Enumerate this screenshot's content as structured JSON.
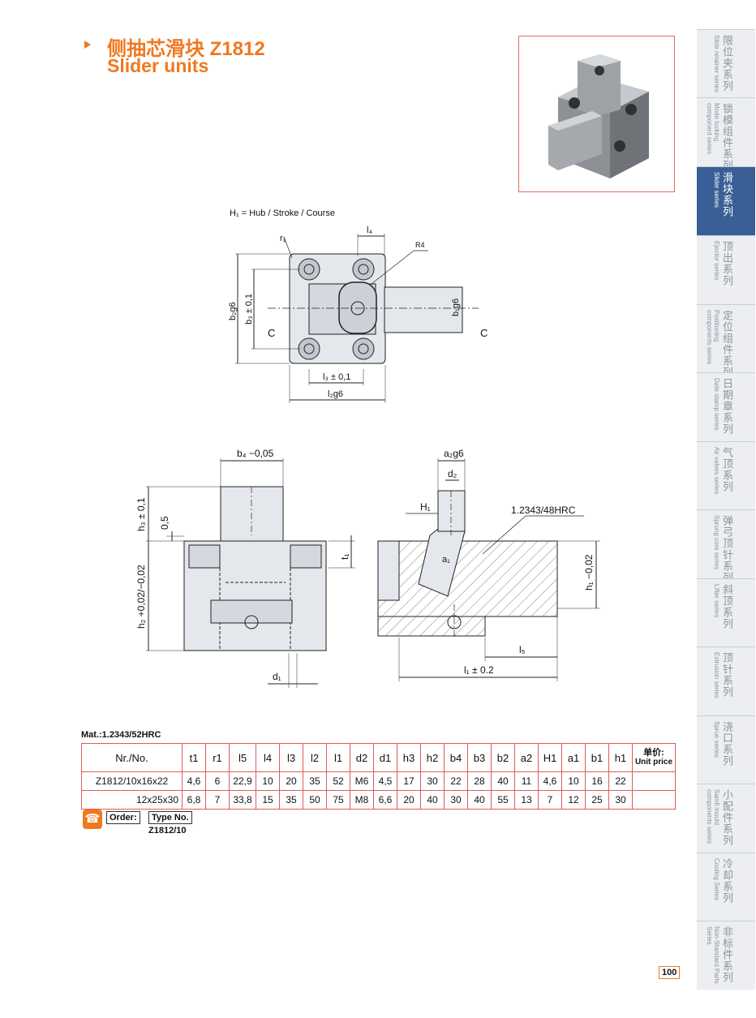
{
  "header": {
    "title_zh": "侧抽芯滑块 Z1812",
    "title_en": "Slider units"
  },
  "drawing": {
    "hub_note": "H₁ = Hub / Stroke / Course",
    "labels": {
      "r1": "r₁",
      "l4": "l₄",
      "r4": "R4",
      "b2": "b₂g6",
      "b3": "b₃ ± 0,1",
      "c": "C",
      "b1": "b₁g6",
      "l3": "l₃ ± 0,1",
      "l2": "l₂g6",
      "b4": "b₄ −0,05",
      "h3": "h₃ ± 0,1",
      "h05": "0,5",
      "t1": "t₁",
      "h2": "h₂ +0,02/−0,02",
      "d1": "d₁",
      "a2": "a₂g6",
      "d2": "d₂",
      "H1": "H₁",
      "mat": "1.2343/48HRC",
      "a1": "a₁",
      "h1": "h₁ −0,02",
      "l5": "l₅",
      "l1": "l₁ ± 0.2"
    }
  },
  "material": "Mat.:1.2343/52HRC",
  "table": {
    "header": [
      "Nr./No.",
      "t1",
      "r1",
      "l5",
      "l4",
      "l3",
      "l2",
      "l1",
      "d2",
      "d1",
      "h3",
      "h2",
      "b4",
      "b3",
      "b2",
      "a2",
      "H1",
      "a1",
      "b1",
      "h1"
    ],
    "unit_zh": "单价:",
    "unit_en": "Unit price",
    "rows": [
      [
        "Z1812/10x16x22",
        "4,6",
        "6",
        "22,9",
        "10",
        "20",
        "35",
        "52",
        "M6",
        "4,5",
        "17",
        "30",
        "22",
        "28",
        "40",
        "11",
        "4,6",
        "10",
        "16",
        "22",
        ""
      ],
      [
        "12x25x30",
        "6,8",
        "7",
        "33,8",
        "15",
        "35",
        "50",
        "75",
        "M8",
        "6,6",
        "20",
        "40",
        "30",
        "40",
        "55",
        "13",
        "7",
        "12",
        "25",
        "30",
        ""
      ]
    ]
  },
  "order": {
    "order_label": "Order:",
    "type_label": "Type No.",
    "type_value": "Z1812/10"
  },
  "sidebar": {
    "items": [
      {
        "zh": "限位夹系列",
        "en": "Slide retainer series"
      },
      {
        "zh": "锁模组件系列",
        "en": "Mode locking component series"
      },
      {
        "zh": "滑块系列",
        "en": "Slider series"
      },
      {
        "zh": "顶出系列",
        "en": "Ejector series"
      },
      {
        "zh": "定位组件系列",
        "en": "Positioning components series"
      },
      {
        "zh": "日期章系列",
        "en": "Date stamp series"
      },
      {
        "zh": "气顶系列",
        "en": "Air valves series"
      },
      {
        "zh": "弹弓顶针系列",
        "en": "Sprung core series"
      },
      {
        "zh": "斜顶系列",
        "en": "Lifter series"
      },
      {
        "zh": "顶针系列",
        "en": "Extrusion series"
      },
      {
        "zh": "浇口系列",
        "en": "Sprue series"
      },
      {
        "zh": "小配件系列",
        "en": "Samll mould components series"
      },
      {
        "zh": "冷却系列",
        "en": "Cooling Series"
      },
      {
        "zh": "非标件系列",
        "en": "Non-Standard Parts Series"
      }
    ],
    "active_index": 2
  },
  "page_number": "100",
  "colors": {
    "accent": "#f07820",
    "table_border": "#e05a5a",
    "sidebar_active": "#3a5f96"
  }
}
